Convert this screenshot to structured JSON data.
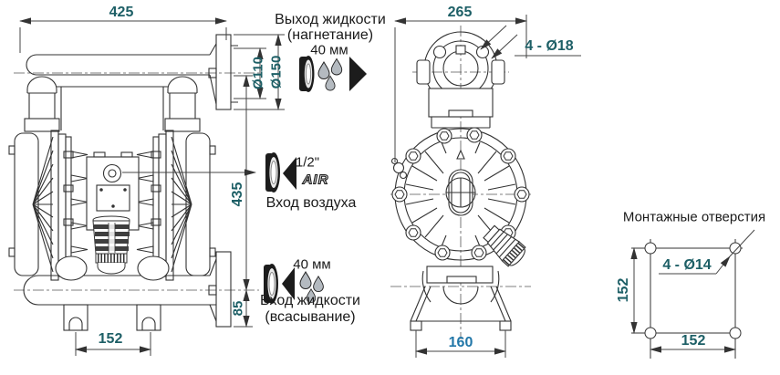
{
  "front_view": {
    "dim_width": "425",
    "dim_height": "435",
    "dim_flange_inner": "Ø110",
    "dim_flange_outer": "Ø150",
    "dim_suction_height": "85",
    "dim_feet_spacing": "152"
  },
  "side_view": {
    "dim_width": "265",
    "flange_holes_label": "4 - Ø18",
    "dim_base_width": "160"
  },
  "mounting_diagram": {
    "title": "Монтажные отверстия",
    "holes_label": "4 - Ø14",
    "dim_vertical": "152",
    "dim_horizontal": "152"
  },
  "annotations": {
    "discharge_title": "Выход жидкости",
    "discharge_subtitle": "(нагнетание)",
    "discharge_size": "40 мм",
    "air_size": "1/2\"",
    "air_label": "AIR",
    "air_caption": "Вход воздуха",
    "suction_size": "40 мм",
    "suction_title": "Вход жидкости",
    "suction_subtitle": "(всасывание)"
  },
  "colors": {
    "dimension_text": "#1d5f66",
    "dimension_text_alt": "#2277a8",
    "annotation_text": "#1a1a1a",
    "drawing_line": "#333333",
    "icon_dark": "#1c1c1c",
    "droplet_fill": "#b4bac0"
  }
}
